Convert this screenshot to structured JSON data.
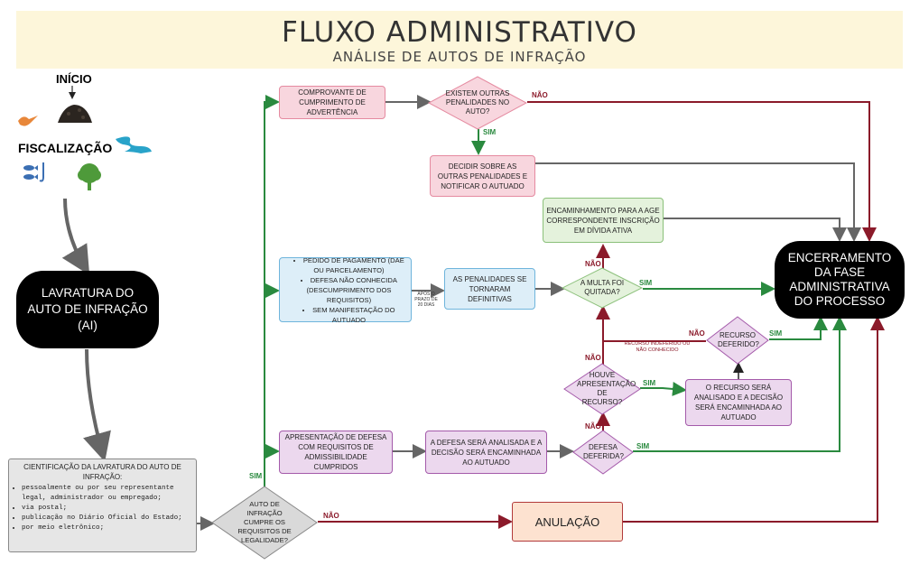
{
  "header": {
    "title": "FLUXO ADMINISTRATIVO",
    "subtitle": "ANÁLISE DE AUTOS DE INFRAÇÃO"
  },
  "left": {
    "inicio": "INÍCIO",
    "fiscalizacao": "FISCALIZAÇÃO",
    "lavratura": "LAVRATURA DO AUTO DE INFRAÇÃO (AI)",
    "cientificacao_title": "CIENTIFICAÇÃO DA LAVRATURA DO AUTO DE INFRAÇÃO:",
    "cientificacao_items": [
      "pessoalmente ou por seu representante legal, administrador ou empregado;",
      "via postal;",
      "publicação no Diário Oficial do Estado;",
      "por meio eletrônico;"
    ]
  },
  "nodes": {
    "comprovante": "COMPROVANTE DE CUMPRIMENTO DE ADVERTÊNCIA",
    "existem_outras": "EXISTEM OUTRAS PENALIDADES NO AUTO?",
    "decidir": "DECIDIR SOBRE AS OUTRAS PENALIDADES E NOTIFICAR O AUTUADO",
    "encaminhamento_age": "ENCAMINHAMENTO PARA A AGE CORRESPONDENTE INSCRIÇÃO EM DÍVIDA ATIVA",
    "pedido_items": [
      "PEDIDO DE PAGAMENTO (DAE OU PARCELAMENTO)",
      "DEFESA NÃO CONHECIDA (DESCUMPRIMENTO DOS REQUISITOS)",
      "SEM MANIFESTAÇÃO DO AUTUADO"
    ],
    "apos_prazo": "APÓS O PRAZO DE 20 DIAS",
    "definitivas": "AS PENALIDADES SE TORNARAM DEFINITIVAS",
    "multa_quitada": "A MULTA FOI QUITADA?",
    "encerramento": "ENCERRAMENTO DA FASE ADMINISTRATIVA DO PROCESSO",
    "recurso_deferido": "RECURSO DEFERIDO?",
    "recurso_indeferido": "RECURSO INDEFERIDO OU NÃO CONHECIDO",
    "houve_apresentacao": "HOUVE APRESENTAÇÃO DE RECURSO?",
    "recurso_analisado": "O RECURSO SERÁ ANALISADO E A DECISÃO SERÁ ENCAMINHADA AO AUTUADO",
    "apresentacao_defesa": "APRESENTAÇÃO DE DEFESA COM REQUISITOS DE ADMISSIBILIDADE CUMPRIDOS",
    "defesa_analisada": "A DEFESA SERÁ ANALISADA E A DECISÃO SERÁ ENCAMINHADA AO AUTUADO",
    "defesa_deferida": "DEFESA DEFERIDA?",
    "auto_cumpre": "AUTO DE INFRAÇÃO CUMPRE OS REQUISITOS DE LEGALIDADE?",
    "anulacao": "ANULAÇÃO"
  },
  "labels": {
    "sim": "SIM",
    "nao": "NÃO"
  },
  "colors": {
    "green_arrow": "#2a8a3f",
    "red_arrow": "#8b1a2a",
    "gray_arrow": "#666666",
    "banner": "#fdf6da"
  }
}
